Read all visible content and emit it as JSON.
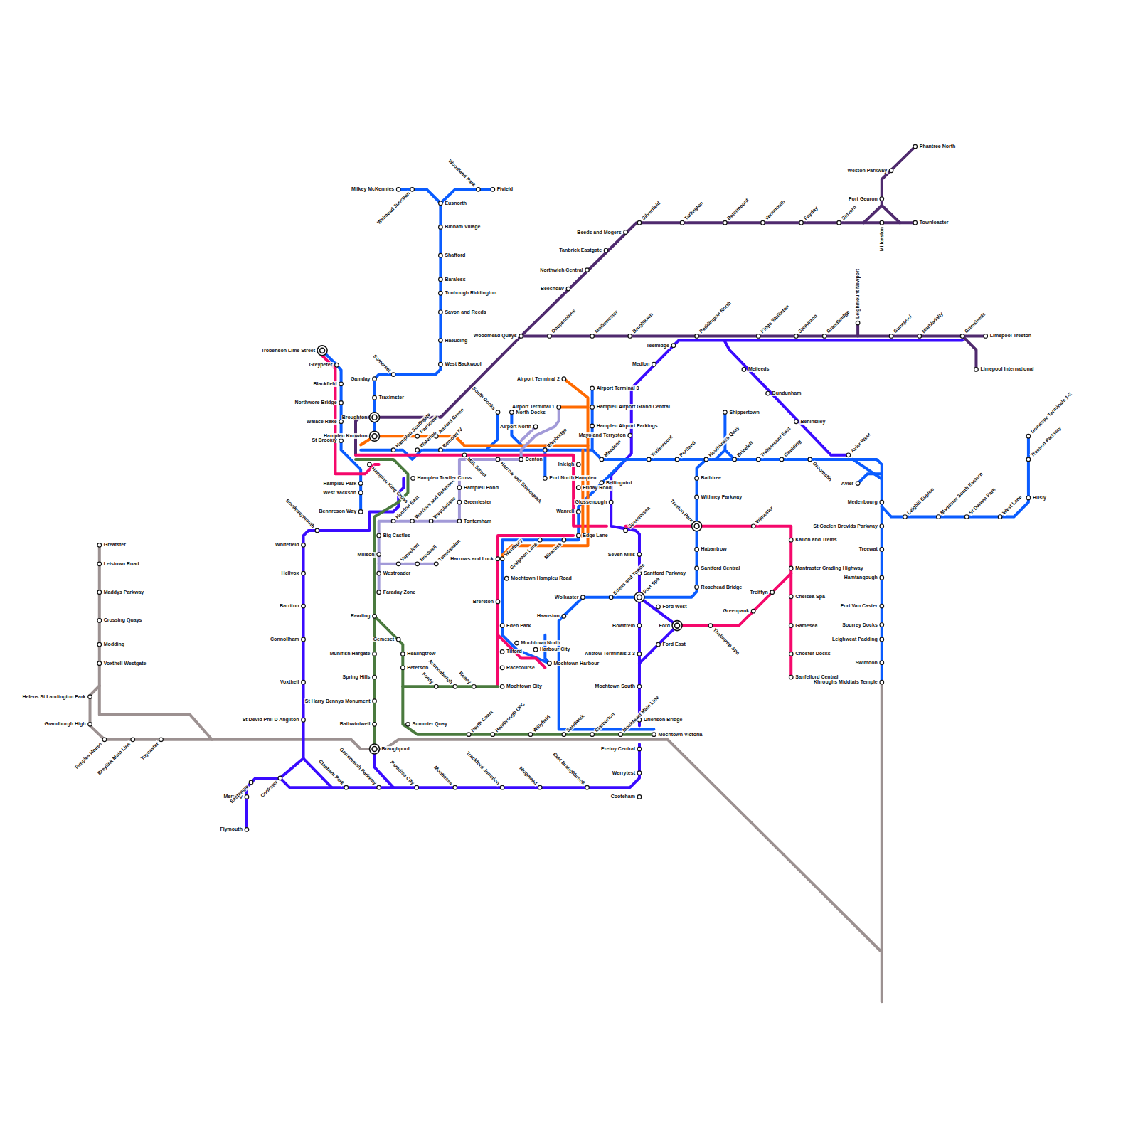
{
  "diagram": {
    "labels": [
      "Greatster",
      "Leistown Road",
      "Maddys Parkway",
      "Crossing Quays",
      "Modding",
      "Voxthell Westgate",
      "Helens St Landington Park",
      "Grandburgh High",
      "Temples House",
      "Breylink Main Line",
      "Toycaster",
      "Flymouth",
      "Merefay",
      "Eastangle",
      "Cookster",
      "Clapham Park",
      "Garremouth Parkway",
      "Paradise City",
      "Montlesss",
      "Trackford Junction",
      "Mugmead",
      "East Braughbrook",
      "Cooteham",
      "Werrytest",
      "Pretoy Central",
      "Whitefield",
      "Hellvox",
      "Barriton",
      "Connollham",
      "Voxthell",
      "St Devid Phil D Angliton",
      "Southwaymouth",
      "Braughpool",
      "Bathwintwell",
      "St Harry Bennys Monument",
      "Spring Hills",
      "Munifish Hargate",
      "Reading",
      "Gemeset",
      "Healingtrow",
      "Peterson",
      "Summier Quay",
      "Fordy",
      "Avonnaburgh",
      "Reany",
      "Mochtown City",
      "North Coast",
      "Hambrough UFC",
      "Willyfield",
      "Sandwick",
      "Clarburton",
      "Mochtown Main Line",
      "Mochtown Victoria",
      "Urlenson Bridge",
      "Big Castles",
      "Millson",
      "Vanvelton",
      "Brodwell",
      "Townlandon",
      "Westroader",
      "Faraday Zone",
      "Hendon East",
      "Warriors and Defenses",
      "Weybladane",
      "Tontemham",
      "Greenlester",
      "Hampleu Pond",
      "Hampleu Tradler Cross",
      "Trobenson Lime Street",
      "Greypeter",
      "Blackfield",
      "Northwore Bridge",
      "Walace Rake",
      "St Brookly",
      "Broughton",
      "Hampleu Knowton",
      "Gamday",
      "Traximster",
      "Somerset",
      "Hampleu King Cross",
      "Hampleu Park",
      "West Yackson",
      "Bennreson Way",
      "Hampleu Southgate",
      "Parricrow",
      "Waterloo",
      "Amford Green",
      "Bemoan IV",
      "Milk Street",
      "Harrow and Stonespark",
      "Denton",
      "Milkey McKennies",
      "Welmead Junction",
      "Woodland Park",
      "Fivield",
      "Eusnorth",
      "Binham Village",
      "Shafford",
      "Baraless",
      "Tonhough Riddington",
      "Savon and Reeds",
      "Haeuding",
      "West Backwool",
      "Woodmead Quays",
      "Beechdav",
      "Northwich Central",
      "Tanbrick Eastgate",
      "Beeds and Mogers",
      "Silverfield",
      "Tarlington",
      "Betermount",
      "Vernmouth",
      "Fayday",
      "Sinvern",
      "Millcaston",
      "Townloaster",
      "Port Geuron",
      "Weston Parkway",
      "Phantree North",
      "Onepennines",
      "Molliewester",
      "Brughtown",
      "Reddington North",
      "Kings Wollinton",
      "Steminton",
      "Grandbridge",
      "Leighmount Newport",
      "Gunnpool",
      "Marbladally",
      "Grimsleeds",
      "Limepool Treeton",
      "Limepool International",
      "Teemidge",
      "Medlon",
      "Meileeds",
      "Bundunham",
      "Beninsiley",
      "South Docks",
      "North Docks",
      "Airport North",
      "Airport Terminal 1",
      "Airport Terminal 2",
      "Airport Terminal 3",
      "Hampleu Airport Grand Central",
      "Hampleu Airport Parkings",
      "Mayo and Terryston",
      "Weybridge",
      "Port North Hampleu",
      "Meadson",
      "Inleigh",
      "Friday Road",
      "Bellinguird",
      "Glossenough",
      "Wanrell",
      "Edge Lane",
      "Speedorsea",
      "Miracoss",
      "Gralgman Lane",
      "Wentbury",
      "Harrows and Lock",
      "Mochtown Hampleu Road",
      "Brereton",
      "Eden Park",
      "Mochtown North",
      "Harbour City",
      "Tilford",
      "Racecourse",
      "Mochtown Harbour",
      "Haanston",
      "Wolkaster",
      "Edens and Towns",
      "Seven Mills",
      "Santford Parkway",
      "Port Spa",
      "Ford West",
      "Ford",
      "Ford East",
      "Bowltrein",
      "Antrow Terminals 2-3",
      "Mochtown South",
      "Treliemount",
      "Portland",
      "Heathkross Quay",
      "Shippertown",
      "Briceleft",
      "Treliemount East",
      "Goulding",
      "Droomstin",
      "Avier West",
      "Avier",
      "Medenbourg",
      "Bathtree",
      "Withney Parkway",
      "Treeton Park",
      "Habantrow",
      "Santford Central",
      "Rosehead Bridge",
      "Wimester",
      "Kailon and Trems",
      "Mantraster Grading Highway",
      "Treiffyn",
      "Chelsea Spa",
      "Gamesea",
      "Greenpank",
      "Choster Docks",
      "Sanfellord Central",
      "Thelintrop Spa",
      "St Gaelen Drevids Parkway",
      "Treewat",
      "Hamtangough",
      "Port Van Caster",
      "Sourrey Docks",
      "Leighweat Padding",
      "Swimdon",
      "Khroughs Middtats Temple",
      "Leighill Euploo",
      "Maddster South Eastern",
      "St Darwin Park",
      "West Lane",
      "Busly",
      "Treeson Parkway",
      "Domestic Terminals 1-2"
    ]
  }
}
